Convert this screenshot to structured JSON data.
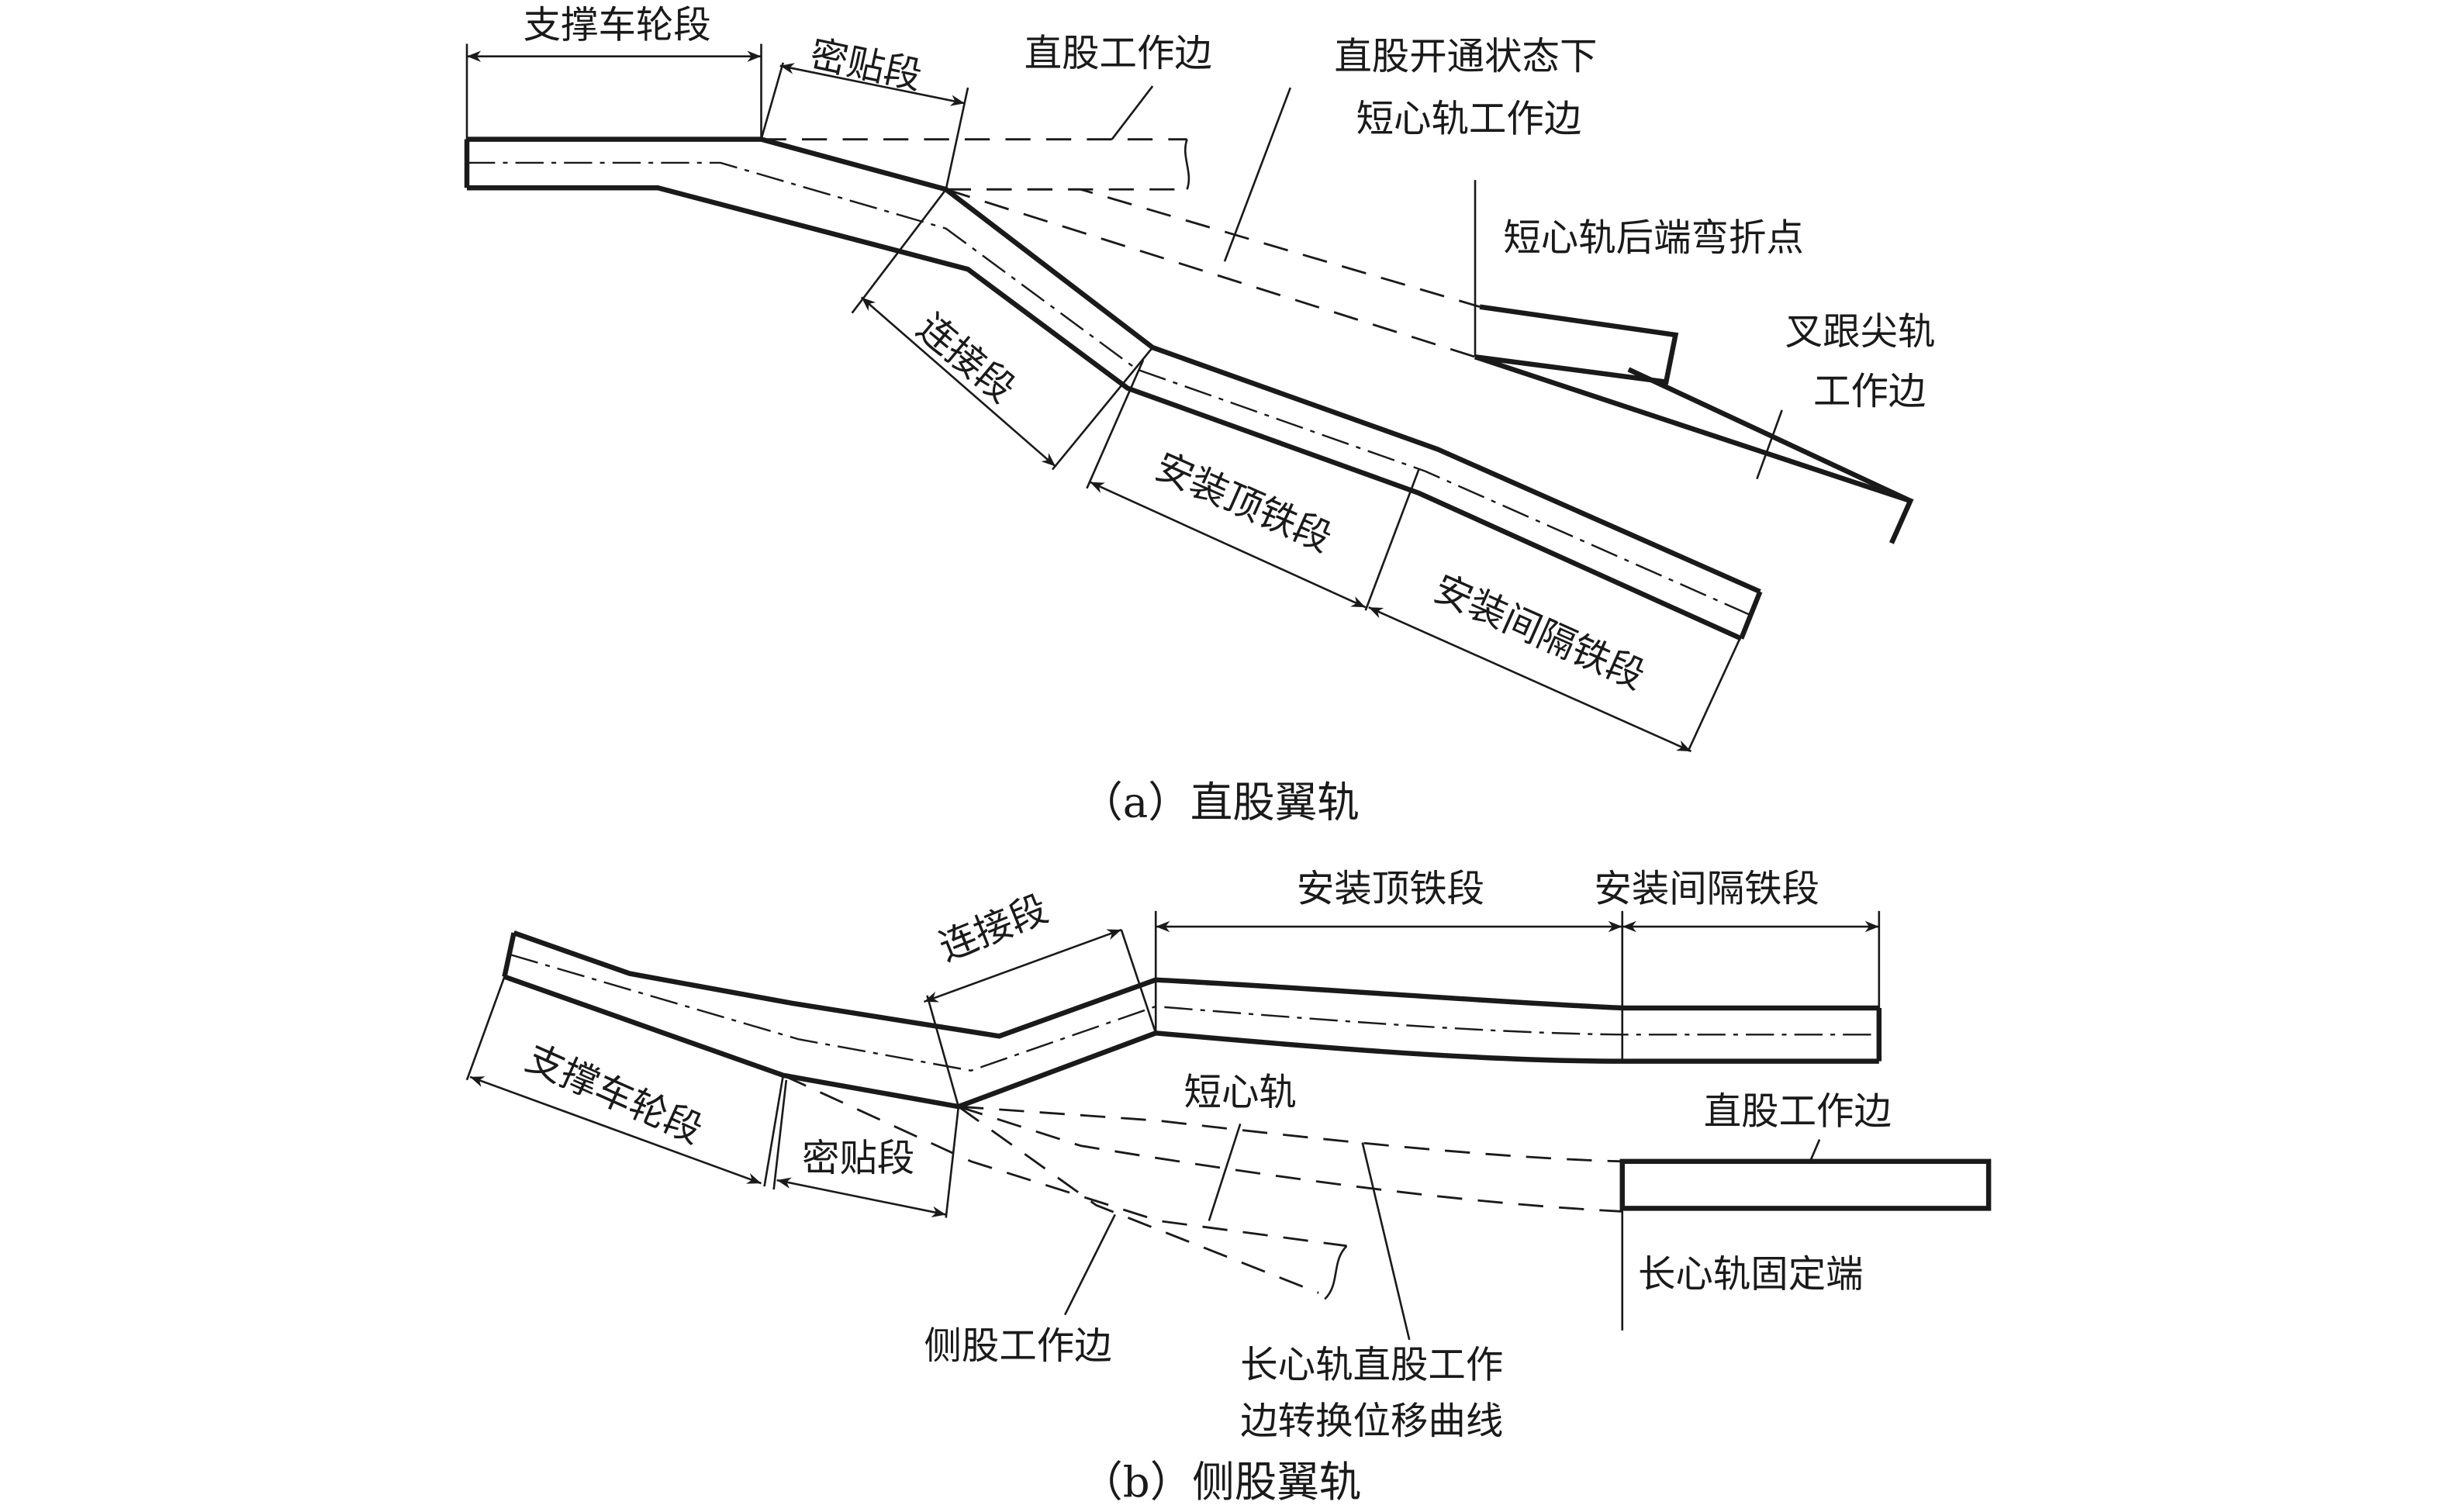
{
  "diagram": {
    "subfigure_a": {
      "caption": "（a）直股翼轨",
      "labels": {
        "support_wheel": "支撑车轮段",
        "close_fit": "密贴段",
        "straight_work_edge": "直股工作边",
        "short_frog_edge_line1": "直股开通状态下",
        "short_frog_edge_line2": "短心轨工作边",
        "short_frog_bend": "短心轨后端弯折点",
        "heel_tip_line1": "叉跟尖轨",
        "heel_tip_line2": "工作边",
        "connection": "连接段",
        "top_iron": "安装顶铁段",
        "spacer_iron": "安装间隔铁段"
      }
    },
    "subfigure_b": {
      "caption": "（b）侧股翼轨",
      "labels": {
        "connection": "连接段",
        "top_iron": "安装顶铁段",
        "spacer_iron": "安装间隔铁段",
        "support_wheel": "支撑车轮段",
        "close_fit": "密贴段",
        "short_frog": "短心轨",
        "straight_work_edge": "直股工作边",
        "long_frog_fixed": "长心轨固定端",
        "side_work_edge": "侧股工作边",
        "long_frog_curve_line1": "长心轨直股工作",
        "long_frog_curve_line2": "边转换位移曲线"
      }
    }
  }
}
